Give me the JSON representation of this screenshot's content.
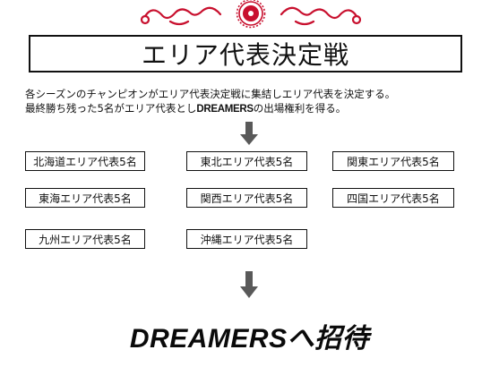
{
  "title": "エリア代表決定戦",
  "description": {
    "line1": "各シーズンのチャンピオンがエリア代表決定戦に集結しエリア代表を決定する。",
    "line2_pre": "最終勝ち残った5名がエリア代表とし",
    "line2_brand": "DREAMERS",
    "line2_post": "の出場権利を得る。"
  },
  "areas": [
    "北海道エリア代表5名",
    "東北エリア代表5名",
    "関東エリア代表5名",
    "東海エリア代表5名",
    "関西エリア代表5名",
    "四国エリア代表5名",
    "九州エリア代表5名",
    "沖縄エリア代表5名"
  ],
  "invite": {
    "brand": "DREAMERS",
    "text": "へ招待"
  },
  "colors": {
    "ornament": "#c8102e",
    "arrow": "#595959"
  }
}
